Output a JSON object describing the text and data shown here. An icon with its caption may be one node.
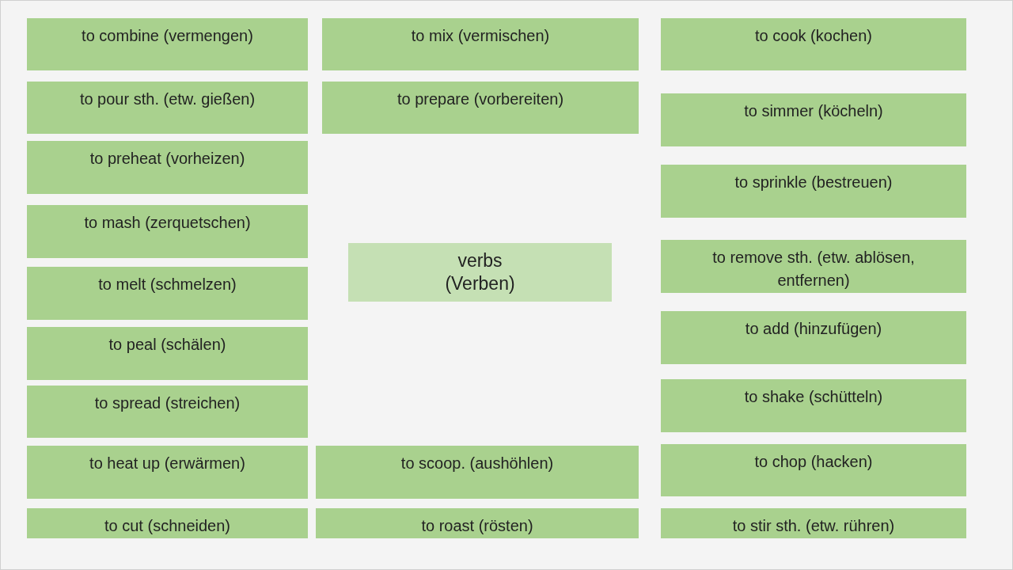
{
  "diagram": {
    "nodes": [
      {
        "text": [
          "to combine (vermengen)"
        ]
      },
      {
        "text": [
          "to pour sth. (etw. gießen)"
        ]
      },
      {
        "text": [
          "to preheat (vorheizen)"
        ]
      },
      {
        "text": [
          "to mash (zerquetschen)"
        ]
      },
      {
        "text": [
          "to melt (schmelzen)"
        ]
      },
      {
        "text": [
          "to peal (schälen)"
        ]
      },
      {
        "text": [
          "to spread (streichen)"
        ]
      },
      {
        "text": [
          "to heat up (erwärmen)"
        ]
      },
      {
        "text": [
          "to cut (schneiden)"
        ]
      },
      {
        "text": [
          "to mix (vermischen)"
        ]
      },
      {
        "text": [
          "to prepare (vorbereiten)"
        ]
      },
      {
        "text": [
          "verbs (Verben)"
        ]
      },
      {
        "text": [
          "to scoop. (aushöhlen)"
        ]
      },
      {
        "text": [
          "to roast (rösten)"
        ]
      },
      {
        "text": [
          "to cook (kochen)"
        ]
      },
      {
        "text": [
          "to simmer (köcheln)"
        ]
      },
      {
        "text": [
          "to sprinkle (bestreuen)"
        ]
      },
      {
        "text": [
          "to remove sth. (etw. ablösen, entfernen)"
        ]
      },
      {
        "text": [
          "to add (hinzufügen)"
        ]
      },
      {
        "text": [
          "to shake (schütteln)"
        ]
      },
      {
        "text": [
          "to chop (hacken)"
        ]
      },
      {
        "text": [
          "to stir sth. (etw. rühren)"
        ]
      }
    ],
    "edges": []
  }
}
